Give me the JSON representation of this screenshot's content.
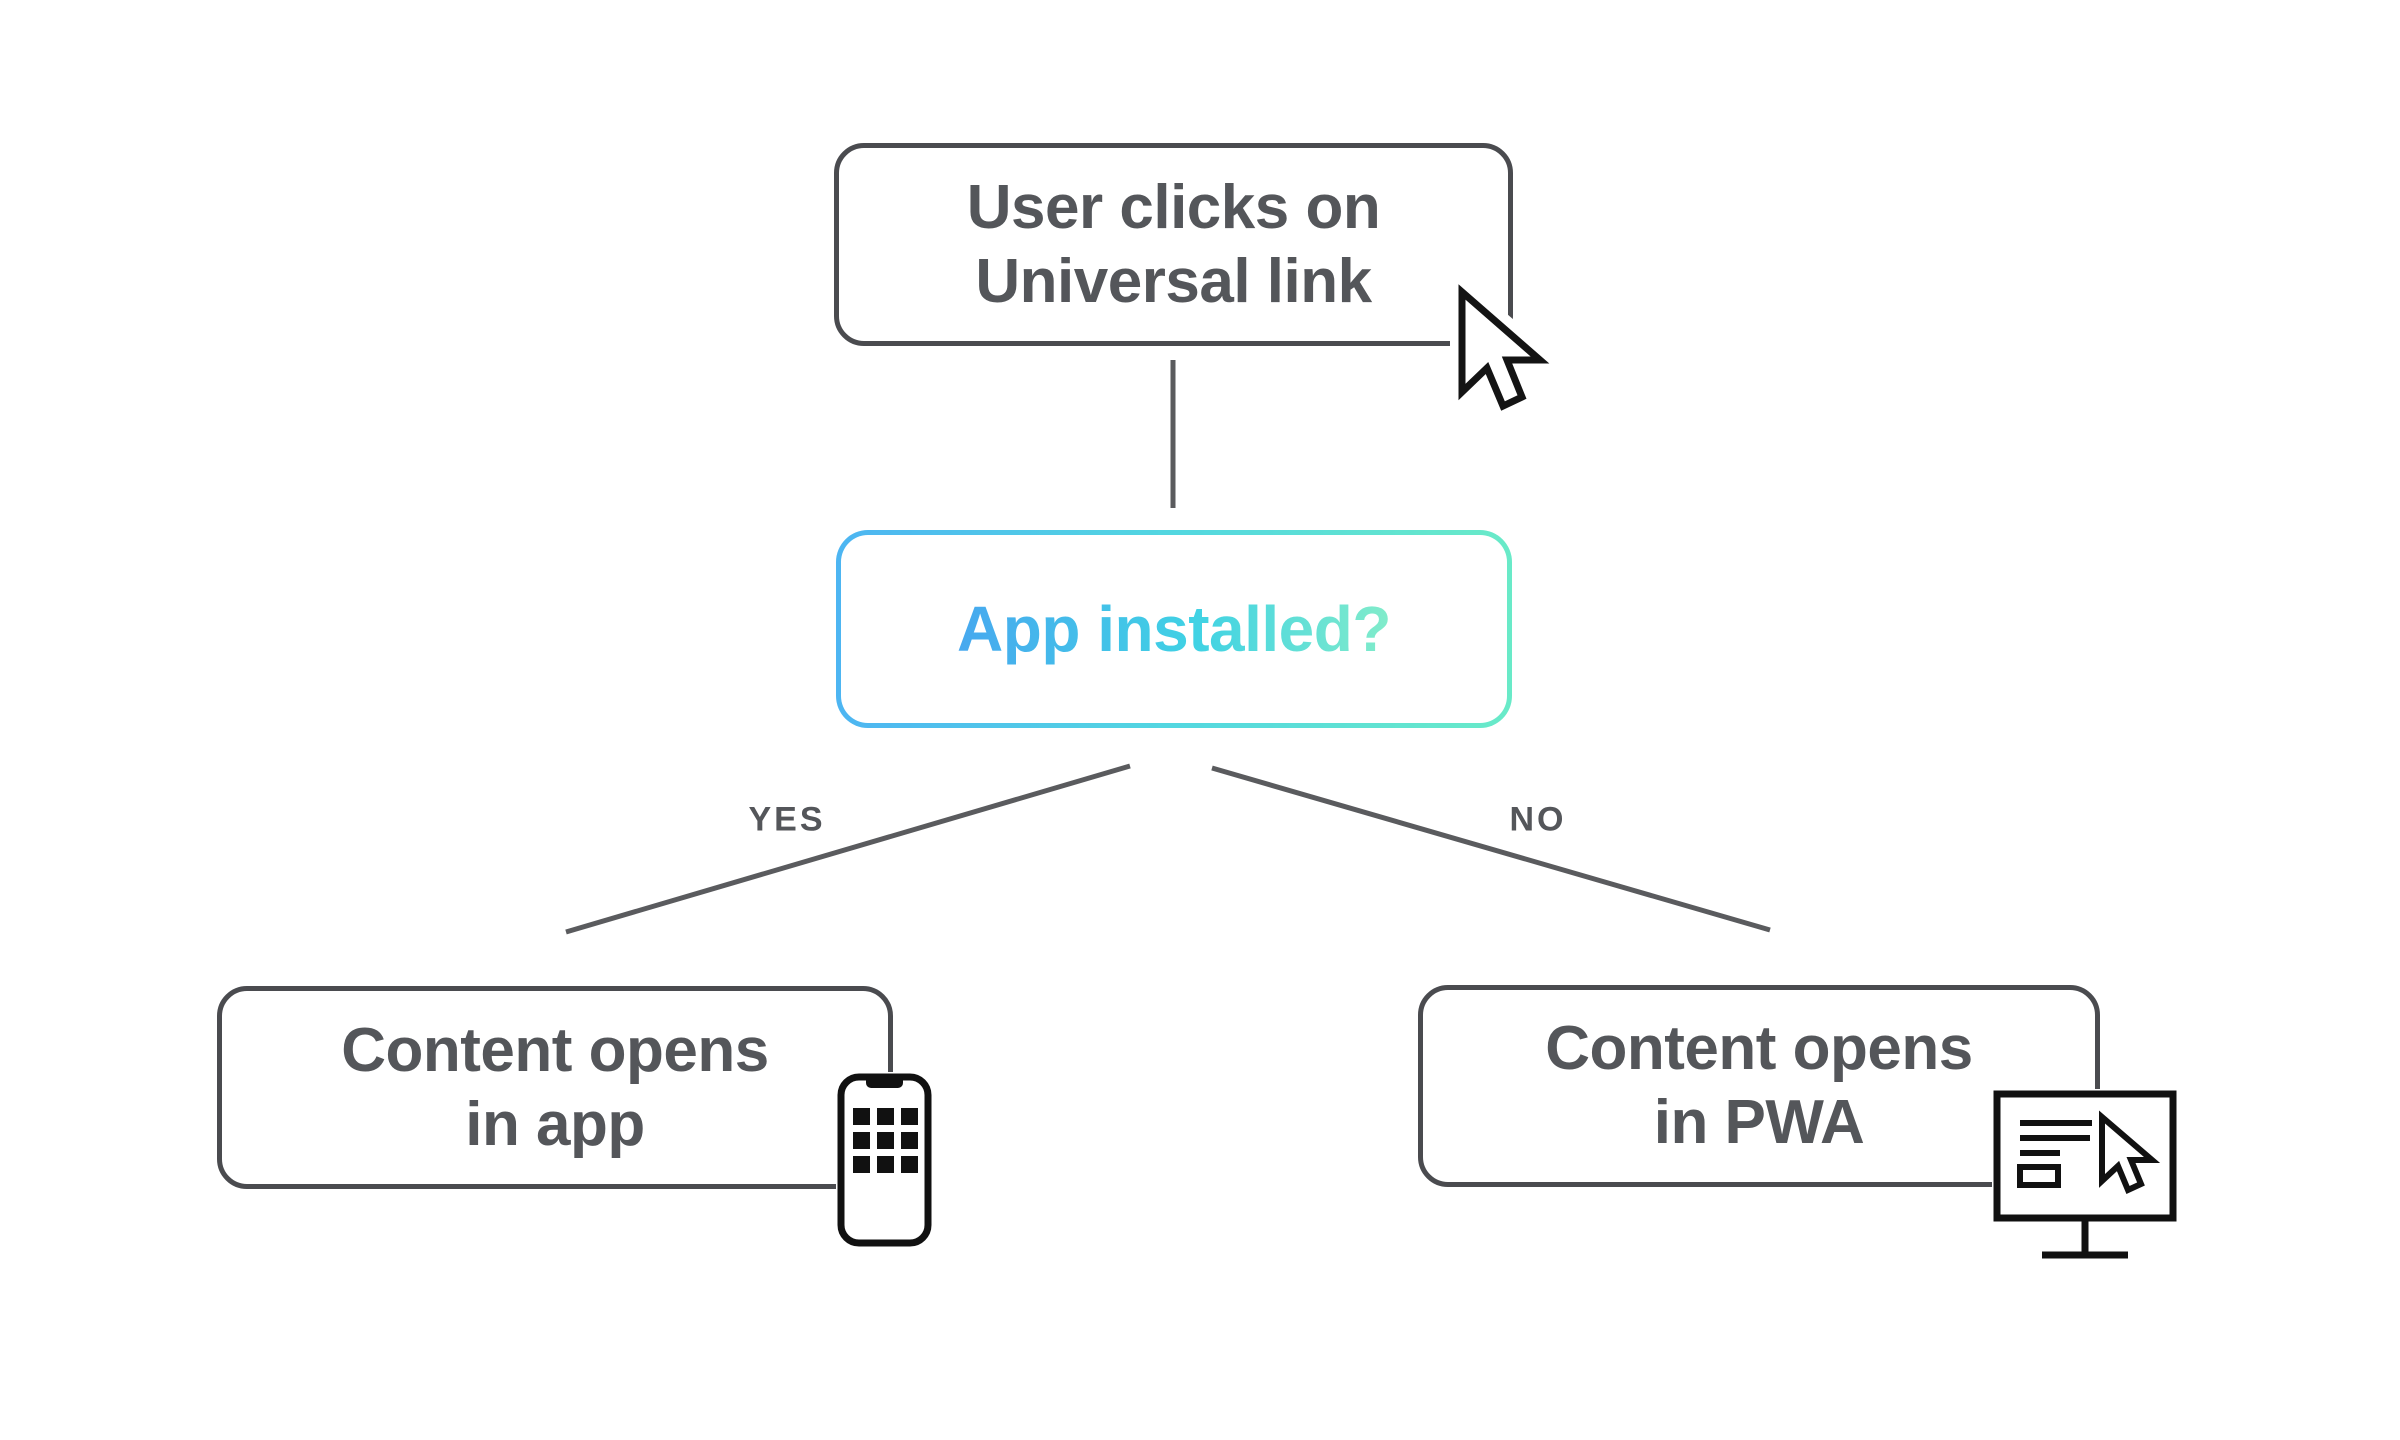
{
  "page": {
    "background": "#ffffff",
    "description": "Universal link decision flowchart"
  },
  "flowchart": {
    "start": {
      "line1": "User clicks on",
      "line2": "Universal link"
    },
    "decision": {
      "label": "App installed?"
    },
    "edge_yes": {
      "label": "YES"
    },
    "edge_no": {
      "label": "NO"
    },
    "outcome_app": {
      "line1": "Content opens",
      "line2": "in app"
    },
    "outcome_pwa": {
      "line1": "Content opens",
      "line2": "in PWA"
    }
  },
  "icons": {
    "cursor": "cursor-arrow-icon",
    "phone": "smartphone-app-grid-icon",
    "monitor": "monitor-cursor-icon"
  },
  "colors": {
    "node_border_gray": "#4a4b4f",
    "node_text_gray": "#54565a",
    "connector_gray": "#5a5b5e",
    "accent_blue": "#47a8ef",
    "accent_cyan": "#40d2e4",
    "accent_mint": "#7deccb",
    "gradient_border_start": "#4db5f2",
    "gradient_border_end": "#69eac8",
    "icon_black": "#111111"
  }
}
